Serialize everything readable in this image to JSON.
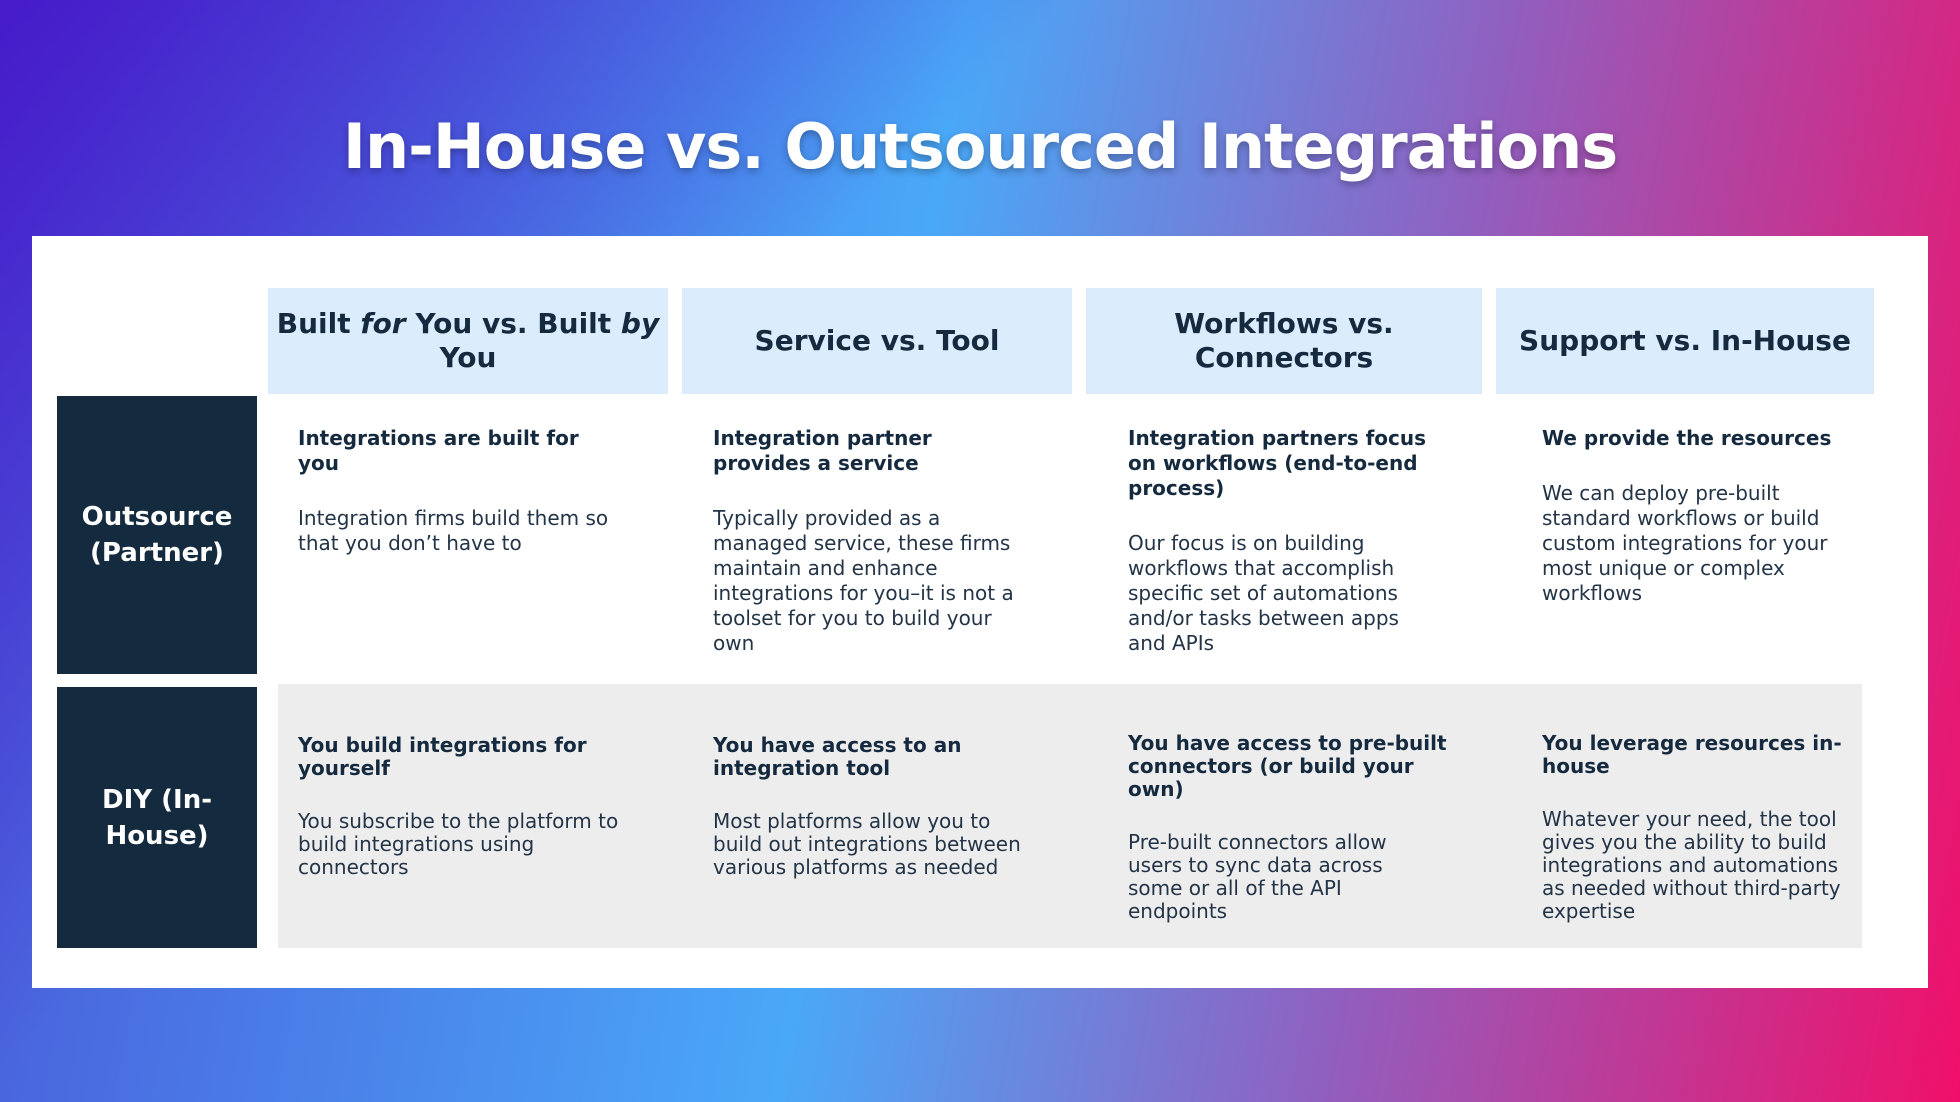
{
  "title": "In-House vs. Outsourced Integrations",
  "columns": [
    {
      "pre": "Built ",
      "em1": "for",
      "mid": " You vs. Built ",
      "em2": "by",
      "post": " You"
    },
    {
      "label": "Service vs. Tool"
    },
    {
      "label": "Workflows vs. Connectors"
    },
    {
      "label": "Support vs. In-House"
    }
  ],
  "rows": [
    {
      "label": "Outsource (Partner)"
    },
    {
      "label": "DIY (In-House)"
    }
  ],
  "outsource": [
    {
      "head": "Integrations are built for you",
      "body": "Integration firms build them so that you don’t have to"
    },
    {
      "head": "Integration partner provides a service",
      "body": "Typically provided as a managed service, these firms maintain and enhance integrations for you–it is not a toolset for you to build your own"
    },
    {
      "head": "Integration partners focus on workflows (end-to-end process)",
      "body": "Our focus is on building workflows that accomplish specific set of automations and/or tasks between apps and APIs"
    },
    {
      "head": "We provide the resources",
      "body": "We can deploy pre-built standard workflows or build custom integrations for your most unique or complex workflows"
    }
  ],
  "diy": [
    {
      "head": "You build integrations for yourself",
      "body": "You subscribe to the platform to build integrations using connectors"
    },
    {
      "head": "You have access to an integration tool",
      "body": "Most platforms allow you to build out integrations between various platforms as needed"
    },
    {
      "head": "You have access to pre-built connectors (or build your own)",
      "body": "Pre-built connectors allow users to sync data across some or all of the API endpoints"
    },
    {
      "head": "You leverage resources in-house",
      "body": "Whatever your need, the tool gives you the ability to build integrations and automations as needed without third-party expertise"
    }
  ],
  "colors": {
    "header_bg": "#dbedfd",
    "row_label_bg": "#142a3e",
    "diy_bg": "#ededee",
    "text": "#152a3e"
  }
}
